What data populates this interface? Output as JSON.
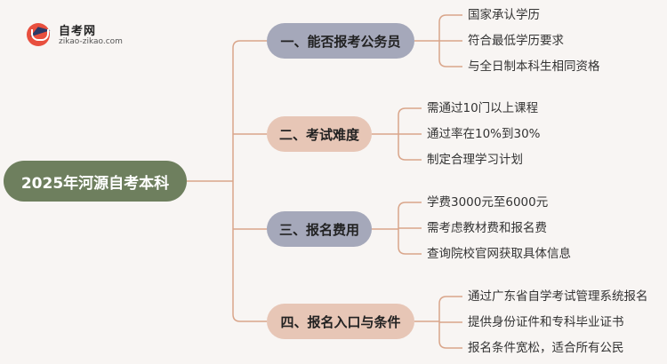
{
  "logo": {
    "name": "自考网",
    "url": "zikao-zikao.com"
  },
  "root": {
    "label": "2025年河源自考本科"
  },
  "branches": [
    {
      "label": "一、能否报考公务员",
      "color": "#a5a8ba",
      "items": [
        "国家承认学历",
        "符合最低学历要求",
        "与全日制本科生相同资格"
      ]
    },
    {
      "label": "二、考试难度",
      "color": "#e7c6b6",
      "items": [
        "需通过10门以上课程",
        "通过率在10%到30%",
        "制定合理学习计划"
      ]
    },
    {
      "label": "三、报名费用",
      "color": "#a5a8ba",
      "items": [
        "学费3000元至6000元",
        "需考虑教材费和报名费",
        "查询院校官网获取具体信息"
      ]
    },
    {
      "label": "四、报名入口与条件",
      "color": "#e7c6b6",
      "items": [
        "通过广东省自学考试管理系统报名",
        "提供身份证件和专科毕业证书",
        "报名条件宽松，适合所有公民"
      ]
    }
  ],
  "colors": {
    "connector": "#d9a58a",
    "root": "#6e7f5e",
    "background": "#f8f5f3"
  }
}
